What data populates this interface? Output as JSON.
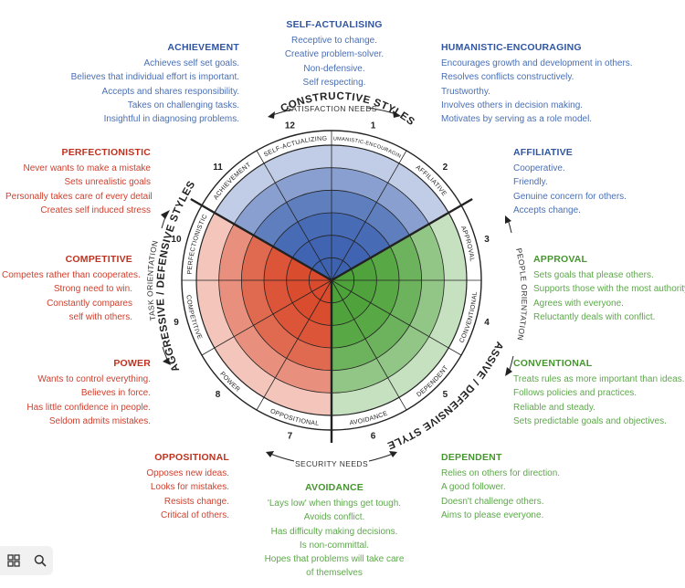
{
  "wheel": {
    "constructive_label": "CONSTRUCTIVE STYLES",
    "passive_label": "PASSIVE / DEFENSIVE STYLES",
    "aggressive_label": "AGGRESSIVE / DEFENSIVE STYLES",
    "satisfaction_label": "SATISFACTION NEEDS",
    "security_label": "SECURITY NEEDS",
    "people_label": "PEOPLE ORIENTATION",
    "task_label": "TASK ORIENTATION",
    "colors": {
      "blue": "#3d63b0",
      "green": "#4ea23a",
      "red": "#d94a2c"
    },
    "segments": [
      {
        "num": "1",
        "label": "HUMANISTIC-ENCOURAGING",
        "group": "blue"
      },
      {
        "num": "2",
        "label": "AFFILIATIVE",
        "group": "blue"
      },
      {
        "num": "3",
        "label": "APPROVAL",
        "group": "green"
      },
      {
        "num": "4",
        "label": "CONVENTIONAL",
        "group": "green"
      },
      {
        "num": "5",
        "label": "DEPENDENT",
        "group": "green"
      },
      {
        "num": "6",
        "label": "AVOIDANCE",
        "group": "green"
      },
      {
        "num": "7",
        "label": "OPPOSITIONAL",
        "group": "red"
      },
      {
        "num": "8",
        "label": "POWER",
        "group": "red"
      },
      {
        "num": "9",
        "label": "COMPETITIVE",
        "group": "red"
      },
      {
        "num": "10",
        "label": "PERFECTIONISTIC",
        "group": "red"
      },
      {
        "num": "11",
        "label": "ACHIEVEMENT",
        "group": "blue"
      },
      {
        "num": "12",
        "label": "SELF-ACTUALIZING",
        "group": "blue"
      }
    ]
  },
  "styles": {
    "self_actualising": {
      "title": "SELF-ACTUALISING",
      "lines": [
        "Receptive to change.",
        "Creative problem-solver.",
        "Non-defensive.",
        "Self respecting."
      ]
    },
    "achievement": {
      "title": "ACHIEVEMENT",
      "lines": [
        "Achieves self set goals.",
        "Believes that individual effort is important.",
        "Accepts and shares responsibility.",
        "Takes on challenging tasks.",
        "Insightful in diagnosing problems."
      ]
    },
    "humanistic": {
      "title": "HUMANISTIC-ENCOURAGING",
      "lines": [
        "Encourages growth and development in others.",
        "Resolves conflicts constructively.",
        "Trustworthy.",
        "Involves others in decision making.",
        "Motivates by serving as a role model."
      ]
    },
    "affiliative": {
      "title": "AFFILIATIVE",
      "lines": [
        "Cooperative.",
        "Friendly.",
        "Genuine concern for others.",
        "Accepts change."
      ]
    },
    "approval": {
      "title": "APPROVAL",
      "lines": [
        "Sets goals that please others.",
        "Supports those with the most authority.",
        "Agrees with everyone.",
        "Reluctantly deals with conflict."
      ]
    },
    "conventional": {
      "title": "CONVENTIONAL",
      "lines": [
        "Treats rules as more important than ideas.",
        "Follows policies and practices.",
        "Reliable and steady.",
        "Sets predictable goals and objectives."
      ]
    },
    "dependent": {
      "title": "DEPENDENT",
      "lines": [
        "Relies on others for direction.",
        "A good follower.",
        "Doesn't challenge others.",
        "Aims to please everyone."
      ]
    },
    "avoidance": {
      "title": "AVOIDANCE",
      "lines": [
        "'Lays low' when things get tough.",
        "Avoids conflict.",
        "Has difficulty making decisions.",
        "Is non-committal.",
        "Hopes that problems will take care",
        "of themselves"
      ]
    },
    "oppositional": {
      "title": "OPPOSITIONAL",
      "lines": [
        "Opposes new ideas.",
        "Looks for mistakes.",
        "Resists change.",
        "Critical of others."
      ]
    },
    "power": {
      "title": "POWER",
      "lines": [
        "Wants to control everything.",
        "Believes in force.",
        "Has little confidence in people.",
        "Seldom admits mistakes."
      ]
    },
    "competitive": {
      "title": "COMPETITIVE",
      "lines": [
        "Competes rather than cooperates.",
        "Strong need to win.",
        "Constantly compares",
        "self with others."
      ]
    },
    "perfectionistic": {
      "title": "PERFECTIONISTIC",
      "lines": [
        "Never wants to make a mistake",
        "Sets unrealistic goals",
        "Personally takes care of every detail",
        "Creates self induced stress"
      ]
    }
  },
  "toolbar": {
    "grid_icon": "grid-icon",
    "search_icon": "search-icon"
  }
}
